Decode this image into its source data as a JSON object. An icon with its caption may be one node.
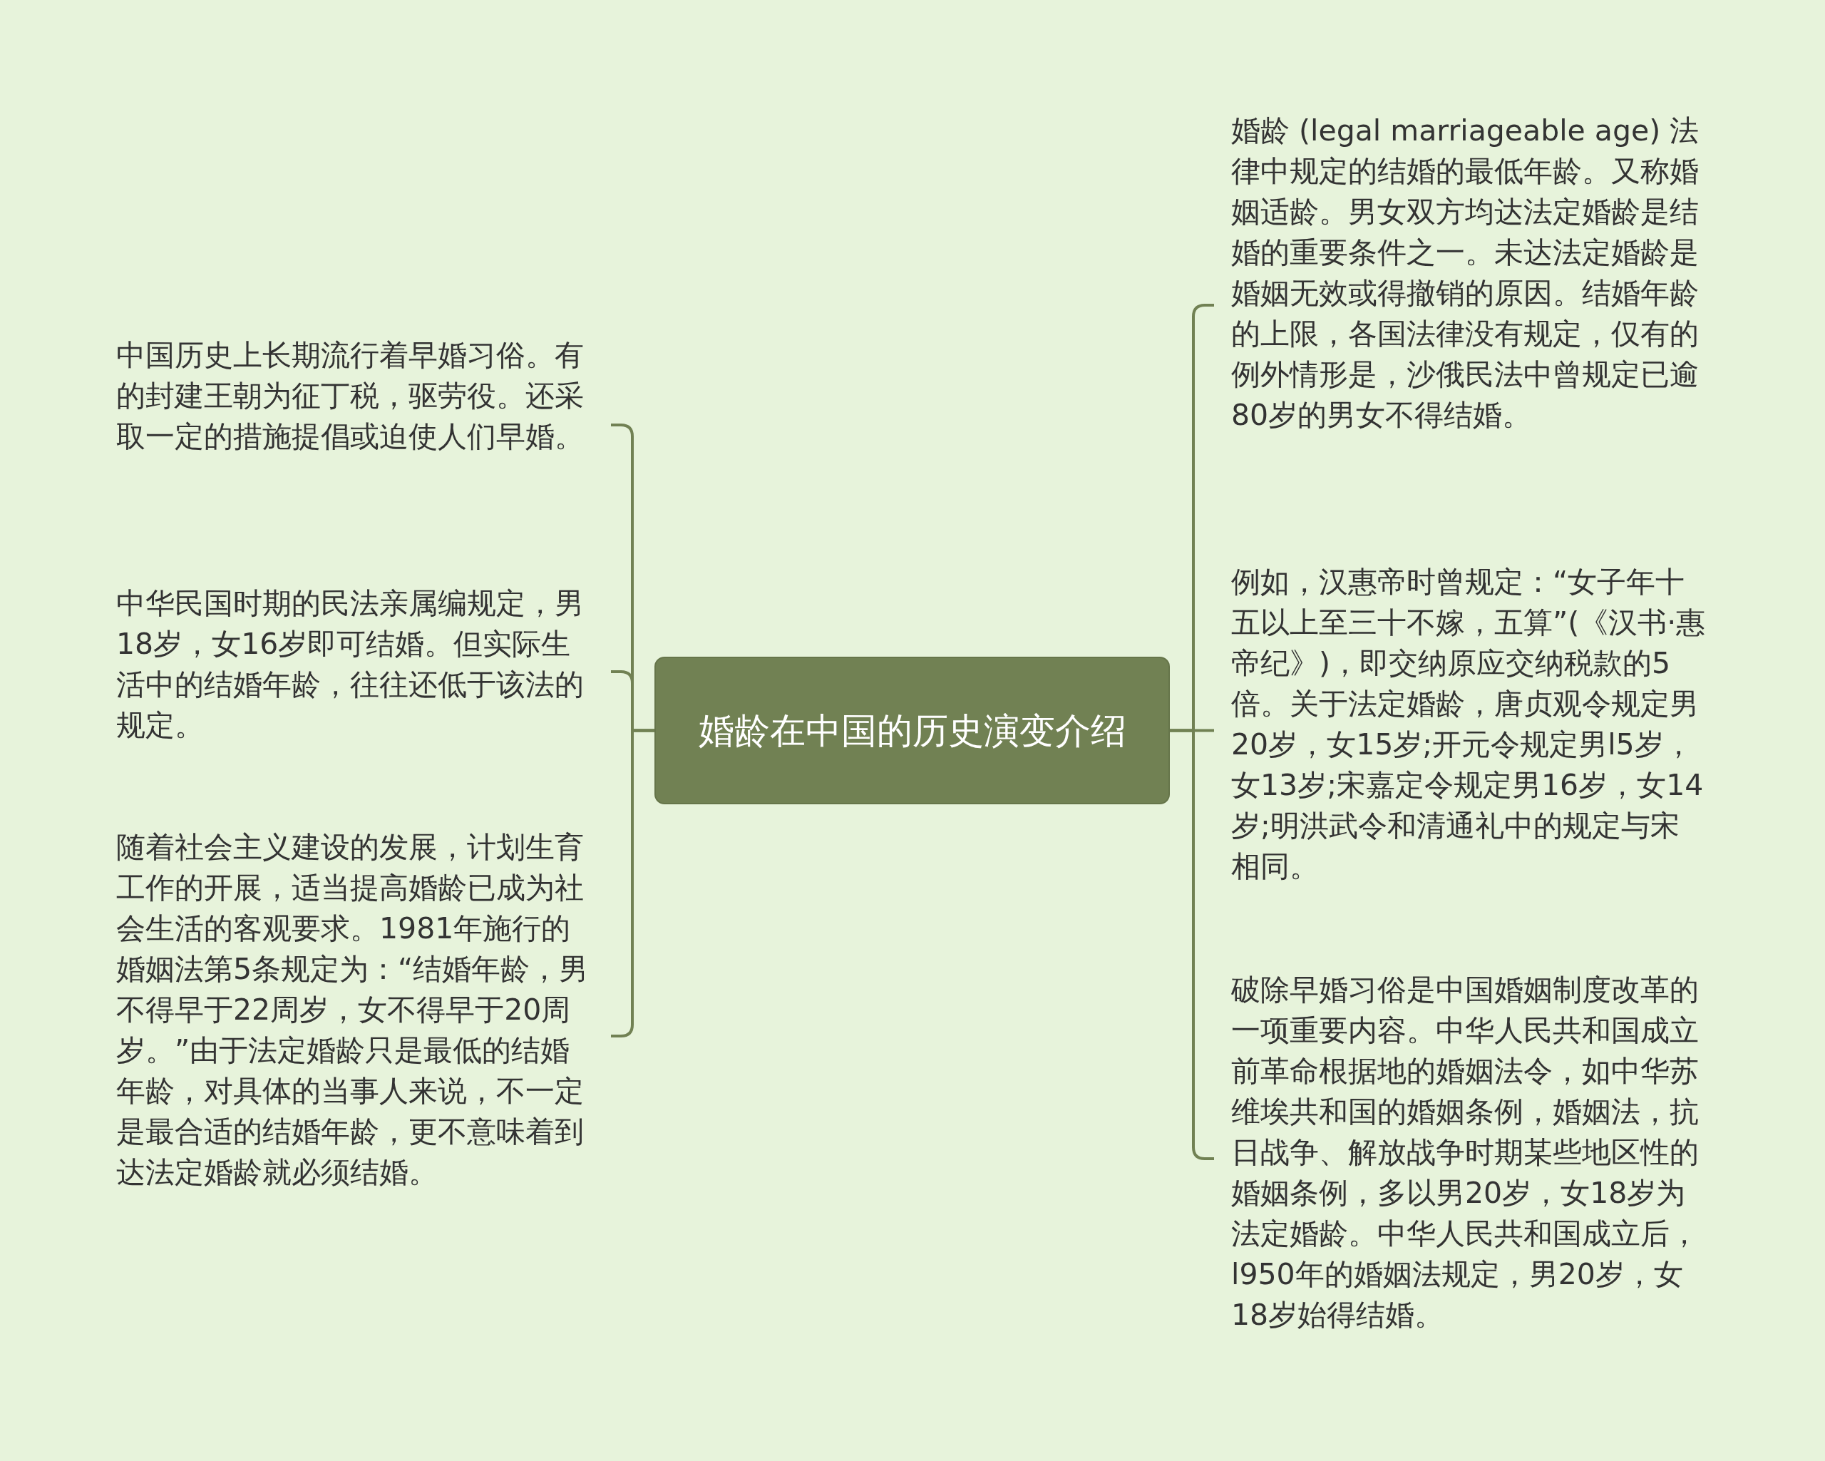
{
  "diagram": {
    "nodes": [
      {
        "text": [
          "婚龄在中国的历史演变介绍"
        ]
      },
      {
        "text": [
          "中国历史上长期流行着早婚习俗。有的封建王朝为征丁税，驱劳役。还采取一定的措施提倡或迫使人们早婚。"
        ]
      },
      {
        "text": [
          "中华民国时期的民法亲属编规定，男18岁，女16岁即可结婚。但实际生活中的结婚年龄，往往还低于该法的规定。"
        ]
      },
      {
        "text": [
          "随着社会主义建设的发展，计划生育工作的开展，适当提高婚龄已成为社会生活的客观要求。1981年施行的婚姻法第5条规定为：“结婚年龄，男不得早于22周岁，女不得早于20周岁。”由于法定婚龄只是最低的结婚年龄，对具体的当事人来说，不一定是最合适的结婚年龄，更不意味着到达法定婚龄就必须结婚。"
        ]
      },
      {
        "text": [
          "婚龄 (legal marriageable age) 法律中规定的结婚的最低年龄。又称婚姻适龄。男女双方均达法定婚龄是结婚的重要条件之一。未达法定婚龄是婚姻无效或得撤销的原因。结婚年龄的上限，各国法律没有规定，仅有的例外情形是，沙俄民法中曾规定已逾80岁的男女不得结婚。"
        ]
      },
      {
        "text": [
          "例如，汉惠帝时曾规定：“女子年十五以上至三十不嫁，五算”(《汉书·惠帝纪》)，即交纳原应交纳税款的5倍。关于法定婚龄，唐贞观令规定男20岁，女15岁;开元令规定男l5岁，女13岁;宋嘉定令规定男16岁，女14岁;明洪武令和清通礼中的规定与宋相同。"
        ]
      },
      {
        "text": [
          "破除早婚习俗是中国婚姻制度改革的一项重要内容。中华人民共和国成立前革命根据地的婚姻法令，如中华苏维埃共和国的婚姻条例，婚姻法，抗日战争、解放战争时期某些地区性的婚姻条例，多以男20岁，女18岁为法定婚龄。中华人民共和国成立后，l950年的婚姻法规定，男20岁，女18岁始得结婚。"
        ]
      }
    ],
    "edges": [
      {
        "from": 0,
        "to": 1,
        "arrow": "none"
      },
      {
        "from": 0,
        "to": 2,
        "arrow": "none"
      },
      {
        "from": 0,
        "to": 3,
        "arrow": "none"
      },
      {
        "from": 0,
        "to": 4,
        "arrow": "none"
      },
      {
        "from": 0,
        "to": 5,
        "arrow": "none"
      },
      {
        "from": 0,
        "to": 6,
        "arrow": "none"
      }
    ]
  }
}
